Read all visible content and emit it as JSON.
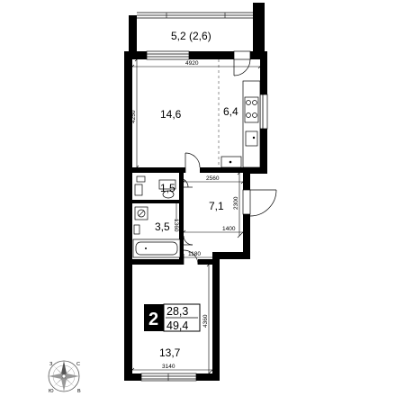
{
  "rooms": {
    "balcony": "5,2 (2,6)",
    "living": "14,6",
    "kitchen": "6,4",
    "wc": "1,5",
    "hall": "7,1",
    "bath": "3,5",
    "bedroom": "13,7"
  },
  "dimensions": {
    "living_width": "4920",
    "living_height": "4250",
    "hall_width": "2560",
    "hall_height": "2300",
    "bath_width": "1360",
    "entry_width": "1400",
    "corridor_width": "1180",
    "bedroom_height": "4360",
    "bedroom_width": "3140"
  },
  "summary": {
    "rooms_count": "2",
    "living_area": "28,3",
    "total_area": "49,4"
  },
  "compass": {
    "north": "С",
    "south": "Ю",
    "east": "В",
    "west": "З"
  }
}
